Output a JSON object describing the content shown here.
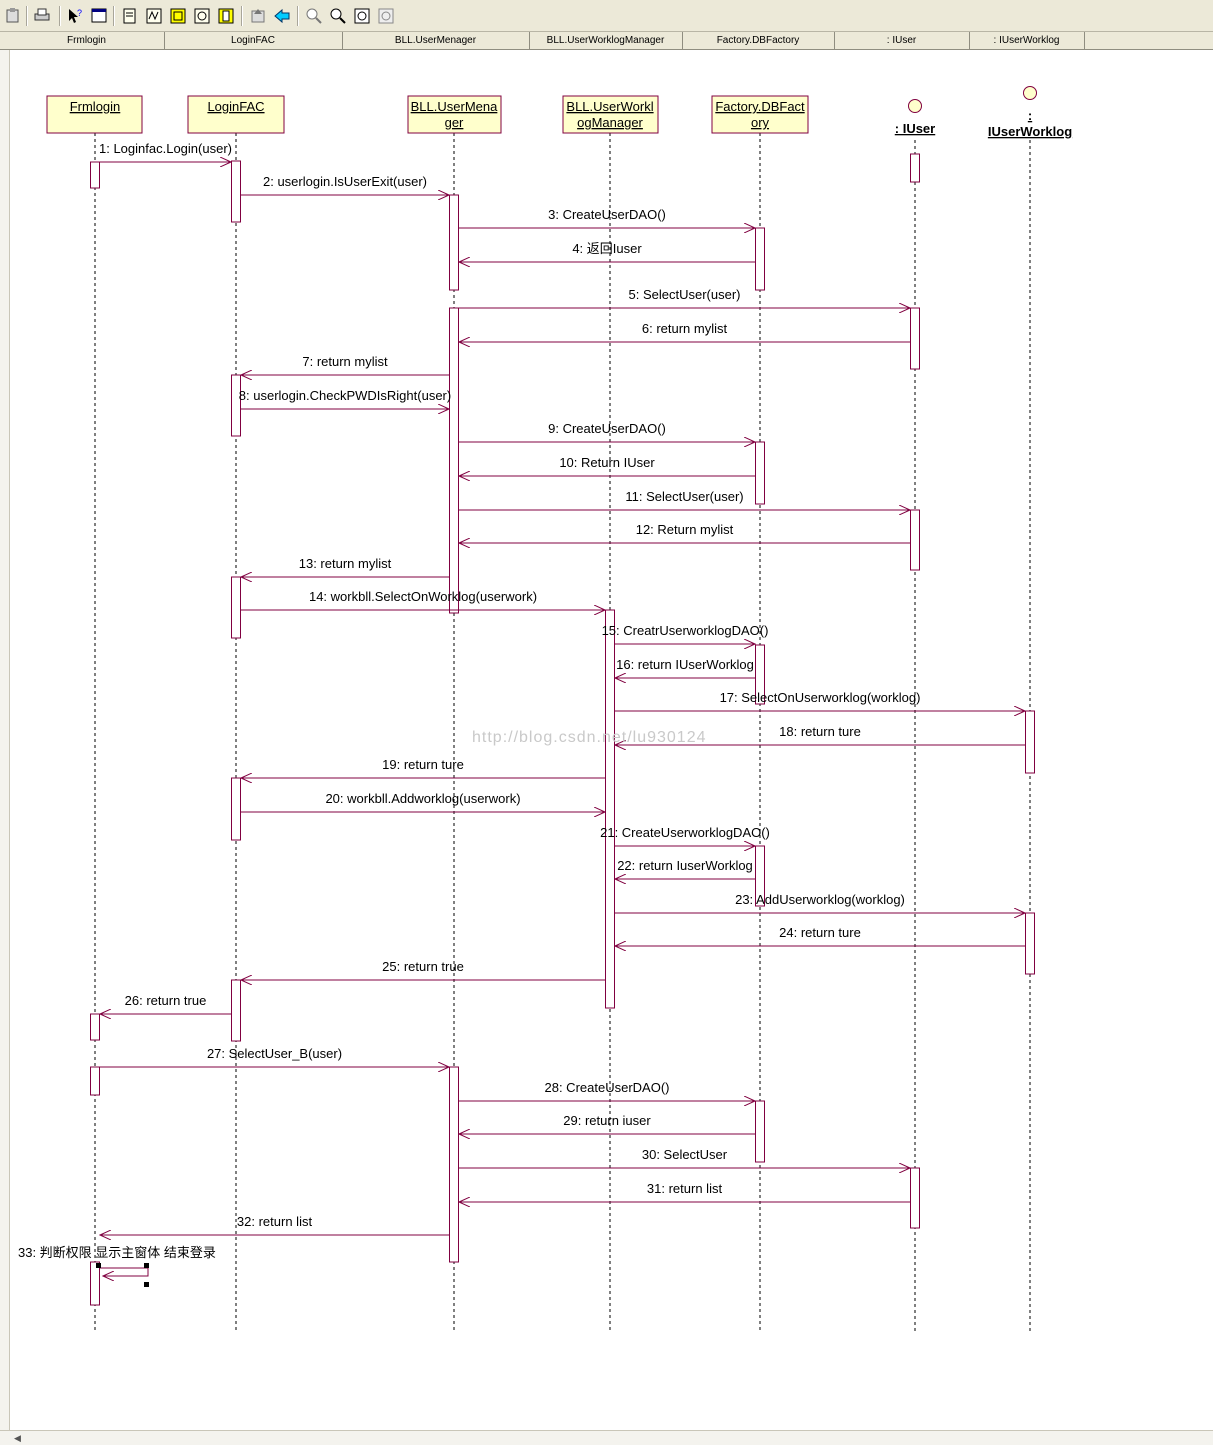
{
  "toolbar": {
    "buttons": [
      "clipboard-icon",
      "print-icon",
      "pointer-help-icon",
      "window-icon",
      "document-icon",
      "browse-icon",
      "import-icon",
      "export-icon",
      "report-icon",
      "go-up-icon",
      "back-arrow-icon",
      "zoom-in-icon",
      "zoom-out-icon",
      "fit-window-icon",
      "undo-fit-icon"
    ]
  },
  "header": {
    "columns": [
      "Frmlogin",
      "LoginFAC",
      "BLL.UserMenager",
      "BLL.UserWorklogManager",
      "Factory.DBFactory",
      ": IUser",
      ": IUserWorklog"
    ]
  },
  "objects": [
    {
      "id": "frm",
      "lines": [
        "Frmlogin"
      ],
      "kind": "box"
    },
    {
      "id": "fac",
      "lines": [
        "LoginFAC"
      ],
      "kind": "box"
    },
    {
      "id": "um",
      "lines": [
        "BLL.UserMena",
        "ger"
      ],
      "kind": "box"
    },
    {
      "id": "wm",
      "lines": [
        "BLL.UserWorkl",
        "ogManager"
      ],
      "kind": "box"
    },
    {
      "id": "dbf",
      "lines": [
        "Factory.DBFact",
        "ory"
      ],
      "kind": "box"
    },
    {
      "id": "iu",
      "lines": [
        ": IUser"
      ],
      "kind": "interface"
    },
    {
      "id": "iw",
      "lines": [
        ":",
        "IUserWorklog"
      ],
      "kind": "interface"
    }
  ],
  "messages": [
    {
      "from": "frm",
      "to": "fac",
      "label": "1: Loginfac.Login(user)"
    },
    {
      "from": "fac",
      "to": "um",
      "label": "2: userlogin.IsUserExit(user)"
    },
    {
      "from": "um",
      "to": "dbf",
      "label": "3: CreateUserDAO()"
    },
    {
      "from": "dbf",
      "to": "um",
      "label": "4: 返回Iuser"
    },
    {
      "from": "um",
      "to": "iu",
      "label": "5: SelectUser(user)"
    },
    {
      "from": "iu",
      "to": "um",
      "label": "6: return mylist"
    },
    {
      "from": "um",
      "to": "fac",
      "label": "7: return mylist"
    },
    {
      "from": "fac",
      "to": "um",
      "label": "8: userlogin.CheckPWDIsRight(user)"
    },
    {
      "from": "um",
      "to": "dbf",
      "label": "9: CreateUserDAO()"
    },
    {
      "from": "dbf",
      "to": "um",
      "label": "10: Return IUser"
    },
    {
      "from": "um",
      "to": "iu",
      "label": "11: SelectUser(user)"
    },
    {
      "from": "iu",
      "to": "um",
      "label": "12: Return mylist"
    },
    {
      "from": "um",
      "to": "fac",
      "label": "13: return mylist"
    },
    {
      "from": "fac",
      "to": "wm",
      "label": "14: workbll.SelectOnWorklog(userwork)"
    },
    {
      "from": "wm",
      "to": "dbf",
      "label": "15: CreatrUserworklogDAO()"
    },
    {
      "from": "dbf",
      "to": "wm",
      "label": "16: return IUserWorklog"
    },
    {
      "from": "wm",
      "to": "iw",
      "label": "17: SelectOnUserworklog(worklog)"
    },
    {
      "from": "iw",
      "to": "wm",
      "label": "18: return ture"
    },
    {
      "from": "wm",
      "to": "fac",
      "label": "19: return ture"
    },
    {
      "from": "fac",
      "to": "wm",
      "label": "20: workbll.Addworklog(userwork)"
    },
    {
      "from": "wm",
      "to": "dbf",
      "label": "21: CreateUserworklogDAO()"
    },
    {
      "from": "dbf",
      "to": "wm",
      "label": "22: return IuserWorklog"
    },
    {
      "from": "wm",
      "to": "iw",
      "label": "23: AddUserworklog(worklog)"
    },
    {
      "from": "iw",
      "to": "wm",
      "label": "24: return ture"
    },
    {
      "from": "wm",
      "to": "fac",
      "label": "25: return true"
    },
    {
      "from": "fac",
      "to": "frm",
      "label": "26: return true"
    },
    {
      "from": "frm",
      "to": "um",
      "label": "27: SelectUser_B(user)"
    },
    {
      "from": "um",
      "to": "dbf",
      "label": "28: CreateUserDAO()"
    },
    {
      "from": "dbf",
      "to": "um",
      "label": "29: return iuser"
    },
    {
      "from": "um",
      "to": "iu",
      "label": "30: SelectUser"
    },
    {
      "from": "iu",
      "to": "um",
      "label": "31: return list"
    },
    {
      "from": "um",
      "to": "frm",
      "label": "32: return list"
    },
    {
      "from": "frm",
      "to": "frm",
      "label": "33: 判断权限 显示主窗体 结束登录"
    }
  ],
  "watermark": "http://blog.csdn.net/lu930124",
  "colors": {
    "line": "#800040",
    "box_fill": "#ffffcc",
    "box_border": "#800040",
    "text": "#000000"
  }
}
